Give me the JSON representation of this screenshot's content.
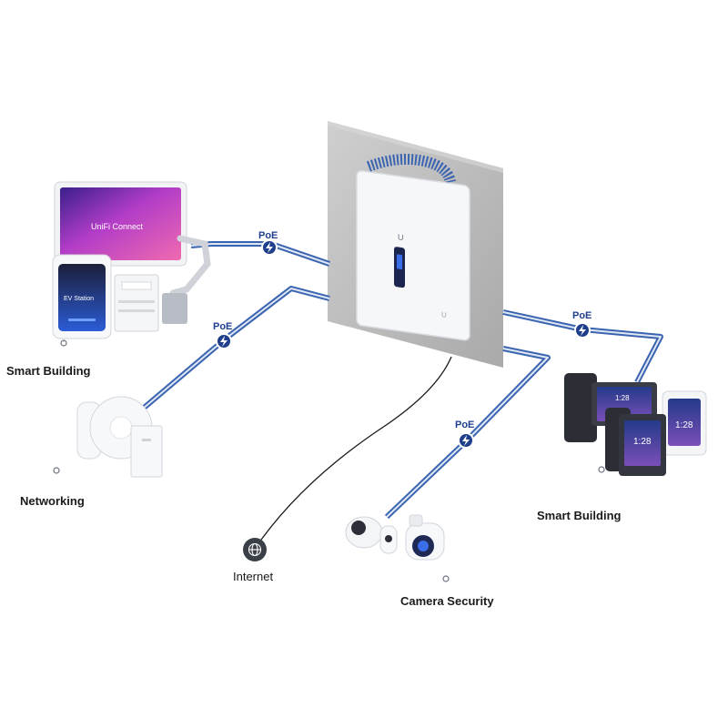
{
  "colors": {
    "cable": "#3b64b0",
    "cable_light": "#dfe7f5",
    "poe_badge": "#1f3f8c",
    "wall": "#bdbdbd",
    "device_white": "#f6f7f9",
    "ui_blue": "#3a6ee8",
    "text": "#1a1a1a"
  },
  "poe_label": "PoE",
  "devices": {
    "unifi_display_text": "UniFi Connect",
    "ev_station_text": "EV Station",
    "phone_time": "1:28"
  },
  "labels": {
    "smart_building_left": "Smart Building",
    "networking": "Networking",
    "internet": "Internet",
    "camera_security": "Camera Security",
    "smart_building_right": "Smart Building"
  },
  "icons": {
    "internet": "globe-icon",
    "poe": "lightning-bolt-icon"
  }
}
